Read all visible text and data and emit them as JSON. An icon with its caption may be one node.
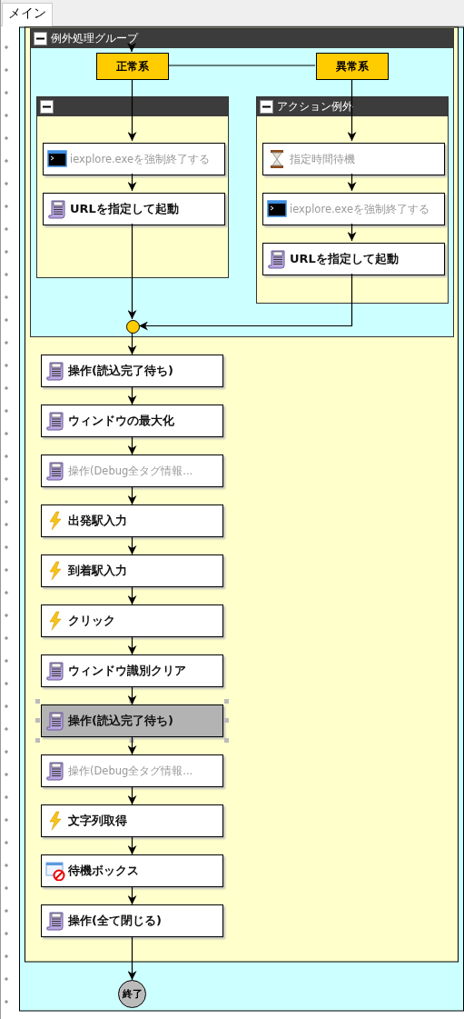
{
  "diagram": {
    "nodes": [
      {
        "text": [
          "例外処理グループ"
        ]
      },
      {
        "text": [
          "正常系"
        ],
        "in": 0
      },
      {
        "text": [
          "異常系"
        ],
        "in": 0
      },
      {
        "text": [],
        "shape": "box",
        "in": 0
      },
      {
        "text": [
          "iexplore.exeを強制終了する"
        ],
        "in": 3
      },
      {
        "text": [
          "URLを指定して起動"
        ],
        "in": 3
      },
      {
        "text": [
          "アクション例外"
        ],
        "in": 0
      },
      {
        "text": [
          "指定時間待機"
        ],
        "in": 6
      },
      {
        "text": [
          "iexplore.exeを強制終了する"
        ],
        "in": 6
      },
      {
        "text": [
          "URLを指定して起動"
        ],
        "in": 6
      },
      {
        "text": [],
        "shape": "circle",
        "in": 0
      },
      {
        "text": [
          "操作(読込完了待ち)"
        ]
      },
      {
        "text": [
          "ウィンドウの最大化"
        ]
      },
      {
        "text": [
          "操作(Debug全タグ情報..."
        ]
      },
      {
        "text": [
          "出発駅入力"
        ]
      },
      {
        "text": [
          "到着駅入力"
        ]
      },
      {
        "text": [
          "クリック"
        ]
      },
      {
        "text": [
          "ウィンドウ識別クリア"
        ]
      },
      {
        "text": [
          "操作(読込完了待ち)"
        ]
      },
      {
        "text": [
          "操作(Debug全タグ情報..."
        ]
      },
      {
        "text": [
          "文字列取得"
        ]
      },
      {
        "text": [
          "待機ボックス"
        ]
      },
      {
        "text": [
          "操作(全て閉じる)"
        ]
      },
      {
        "text": [
          "終了"
        ]
      }
    ],
    "edges": [
      {
        "from": null,
        "to": 1,
        "arrow": "to"
      },
      {
        "from": 1,
        "to": 2,
        "arrow": "none"
      },
      {
        "from": 1,
        "to": 4,
        "arrow": "to"
      },
      {
        "from": 4,
        "to": 5,
        "arrow": "to"
      },
      {
        "from": 2,
        "to": 7,
        "arrow": "to"
      },
      {
        "from": 7,
        "to": 8,
        "arrow": "to"
      },
      {
        "from": 8,
        "to": 9,
        "arrow": "to"
      },
      {
        "from": 5,
        "to": 10,
        "arrow": "to"
      },
      {
        "from": 9,
        "to": 10,
        "arrow": "to"
      },
      {
        "from": 10,
        "to": 11,
        "arrow": "to"
      },
      {
        "from": 11,
        "to": 12,
        "arrow": "to"
      },
      {
        "from": 12,
        "to": 13,
        "arrow": "to"
      },
      {
        "from": 13,
        "to": 14,
        "arrow": "to"
      },
      {
        "from": 14,
        "to": 15,
        "arrow": "to"
      },
      {
        "from": 15,
        "to": 16,
        "arrow": "to"
      },
      {
        "from": 16,
        "to": 17,
        "arrow": "to"
      },
      {
        "from": 17,
        "to": 18,
        "arrow": "to"
      },
      {
        "from": 18,
        "to": 19,
        "arrow": "to"
      },
      {
        "from": 19,
        "to": 20,
        "arrow": "to"
      },
      {
        "from": 20,
        "to": 21,
        "arrow": "to"
      },
      {
        "from": 21,
        "to": 22,
        "arrow": "to"
      },
      {
        "from": 22,
        "to": 23,
        "arrow": "to"
      }
    ],
    "labels": [
      "メイン"
    ]
  }
}
